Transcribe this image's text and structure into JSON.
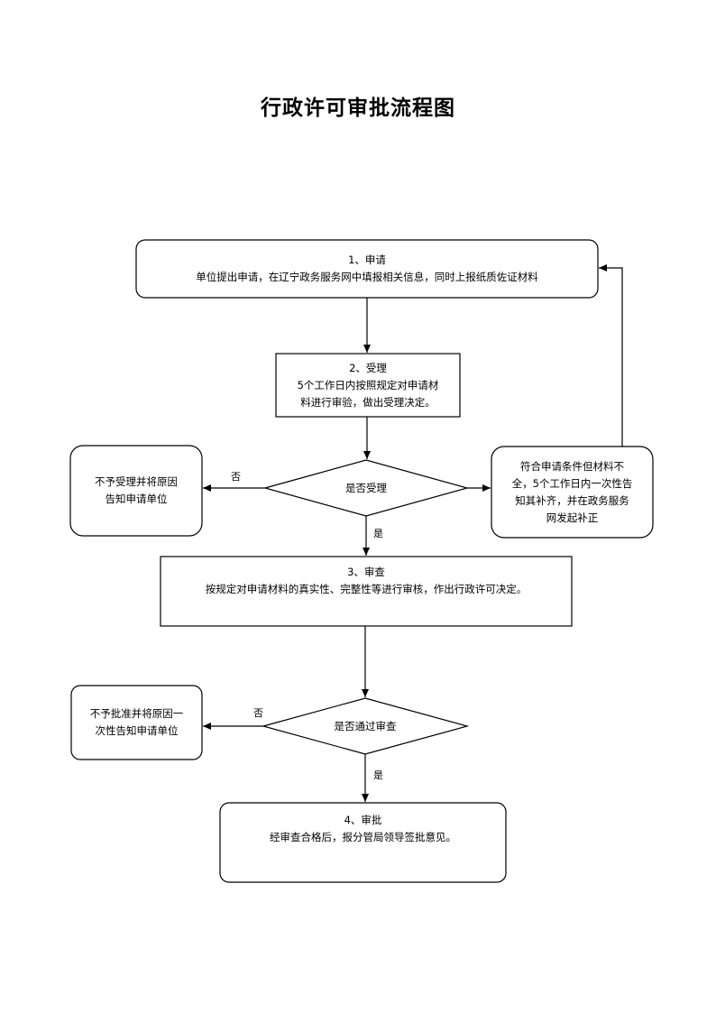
{
  "title": "行政许可审批流程图",
  "nodes": {
    "apply": {
      "heading": "1、申请",
      "body": "单位提出申请，在辽宁政务服务网中填报相关信息，同时上报纸质佐证材料"
    },
    "accept": {
      "heading": "2、受理",
      "line1": "5个工作日内按照规定对申请材",
      "line2": "料进行审验，做出受理决定。"
    },
    "decision_accept": {
      "label": "是否受理"
    },
    "reject_accept": {
      "line1": "不予受理并将原因",
      "line2": "告知申请单位"
    },
    "supplement": {
      "line1": "符合申请条件但材料不",
      "line2": "全，5个工作日内一次性告",
      "line3": "知其补齐，并在政务服务",
      "line4": "网发起补正"
    },
    "review": {
      "heading": "3、审查",
      "body": "按规定对申请材料的真实性、完整性等进行审核，作出行政许可决定。"
    },
    "decision_review": {
      "label": "是否通过审查"
    },
    "reject_review": {
      "line1": "不予批准并将原因一",
      "line2": "次性告知申请单位"
    },
    "approve": {
      "heading": "4、审批",
      "body": "经审查合格后，报分管局领导签批意见。"
    }
  },
  "edge_labels": {
    "accept_no": "否",
    "accept_yes": "是",
    "review_no": "否",
    "review_yes": "是"
  }
}
